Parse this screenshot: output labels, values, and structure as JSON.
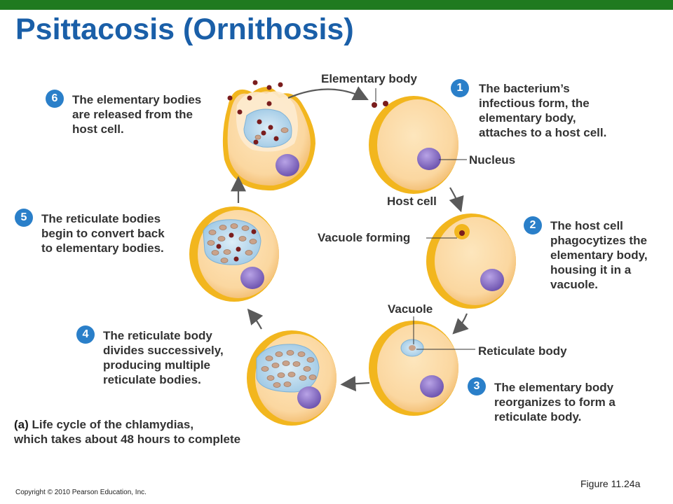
{
  "title": "Psittacosis (Ornithosis)",
  "labels": {
    "elementary_body": "Elementary body",
    "nucleus": "Nucleus",
    "host_cell": "Host cell",
    "vacuole_forming": "Vacuole forming",
    "vacuole": "Vacuole",
    "reticulate_body": "Reticulate body"
  },
  "steps": [
    {
      "number": "1",
      "lines": [
        "The bacterium’s",
        "infectious form, the",
        "elementary body,",
        "attaches to a host cell."
      ]
    },
    {
      "number": "2",
      "lines": [
        "The host cell",
        "phagocytizes the",
        "elementary body,",
        "housing it in a",
        "vacuole."
      ]
    },
    {
      "number": "3",
      "lines": [
        "The elementary body",
        "reorganizes to form a",
        "reticulate body."
      ]
    },
    {
      "number": "4",
      "lines": [
        "The reticulate body",
        "divides successively,",
        "producing multiple",
        "reticulate bodies."
      ]
    },
    {
      "number": "5",
      "lines": [
        "The reticulate bodies",
        "begin to convert back",
        "to elementary bodies."
      ]
    },
    {
      "number": "6",
      "lines": [
        "The elementary bodies",
        "are released from the",
        "host cell."
      ]
    }
  ],
  "caption": {
    "prefix": "(a)",
    "line1": "Life cycle of the chlamydias,",
    "line2": "which takes about 48 hours to complete"
  },
  "figure_label": "Figure 11.24a",
  "copyright": "Copyright © 2010 Pearson Education, Inc.",
  "colors": {
    "title": "#1a5fa8",
    "step_badge": "#2a7fc9",
    "top_bar": "#1f7a1f",
    "cell_rim": "#f2b61e",
    "cell_body": "#fbd9a2",
    "nucleus": "#8a6fc4",
    "vacuole": "#b9d9ee",
    "elementary_body": "#7a1d1d"
  }
}
